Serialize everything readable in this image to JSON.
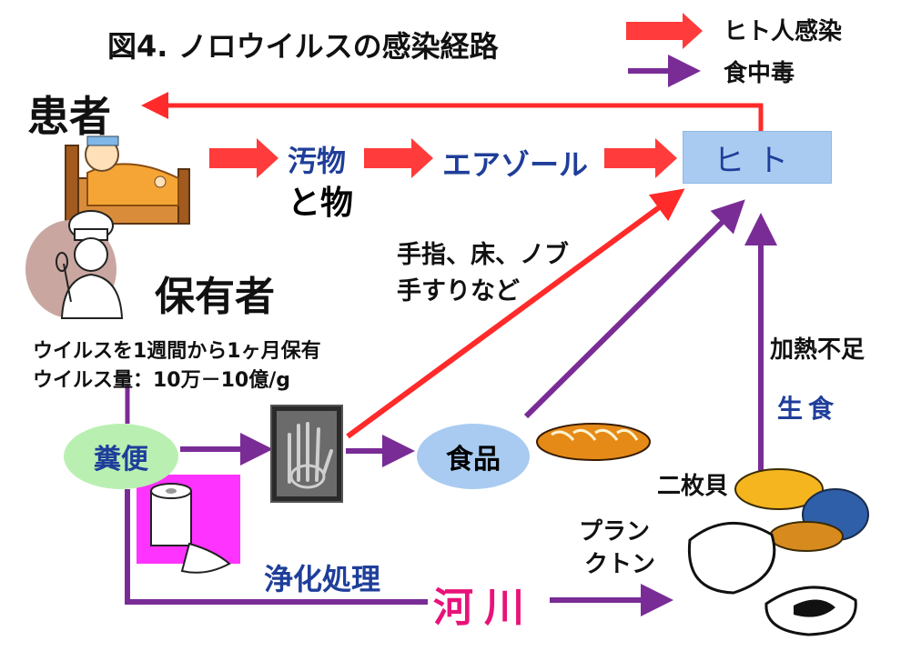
{
  "title": "図4. ノロウイルスの感染経路",
  "legend": {
    "human": "ヒト人感染",
    "food": "食中毒"
  },
  "nodes": {
    "patient": "患者",
    "carrier": "保有者",
    "carrier_info1": "ウイルスを1週間から1ヶ月保有",
    "carrier_info2": "ウイルス量：10万－10億/g",
    "filth_line1": "汚物",
    "filth_line2": "と物",
    "aerosol": "エアゾール",
    "human": "ヒト",
    "fingers_line1": "手指、床、ノブ",
    "fingers_line2": "手すりなど",
    "heat": "加熱不足",
    "raw": "生食",
    "feces": "糞便",
    "food": "食品",
    "bivalve": "二枚貝",
    "plankton_line1": "プラン",
    "plankton_line2": "クトン",
    "purification": "浄化処理",
    "river": "河川"
  },
  "colors": {
    "human_route": "#ff2a2a",
    "food_route": "#7a2c96",
    "accent_text": "#1f3e9a",
    "river": "#e8137a"
  }
}
